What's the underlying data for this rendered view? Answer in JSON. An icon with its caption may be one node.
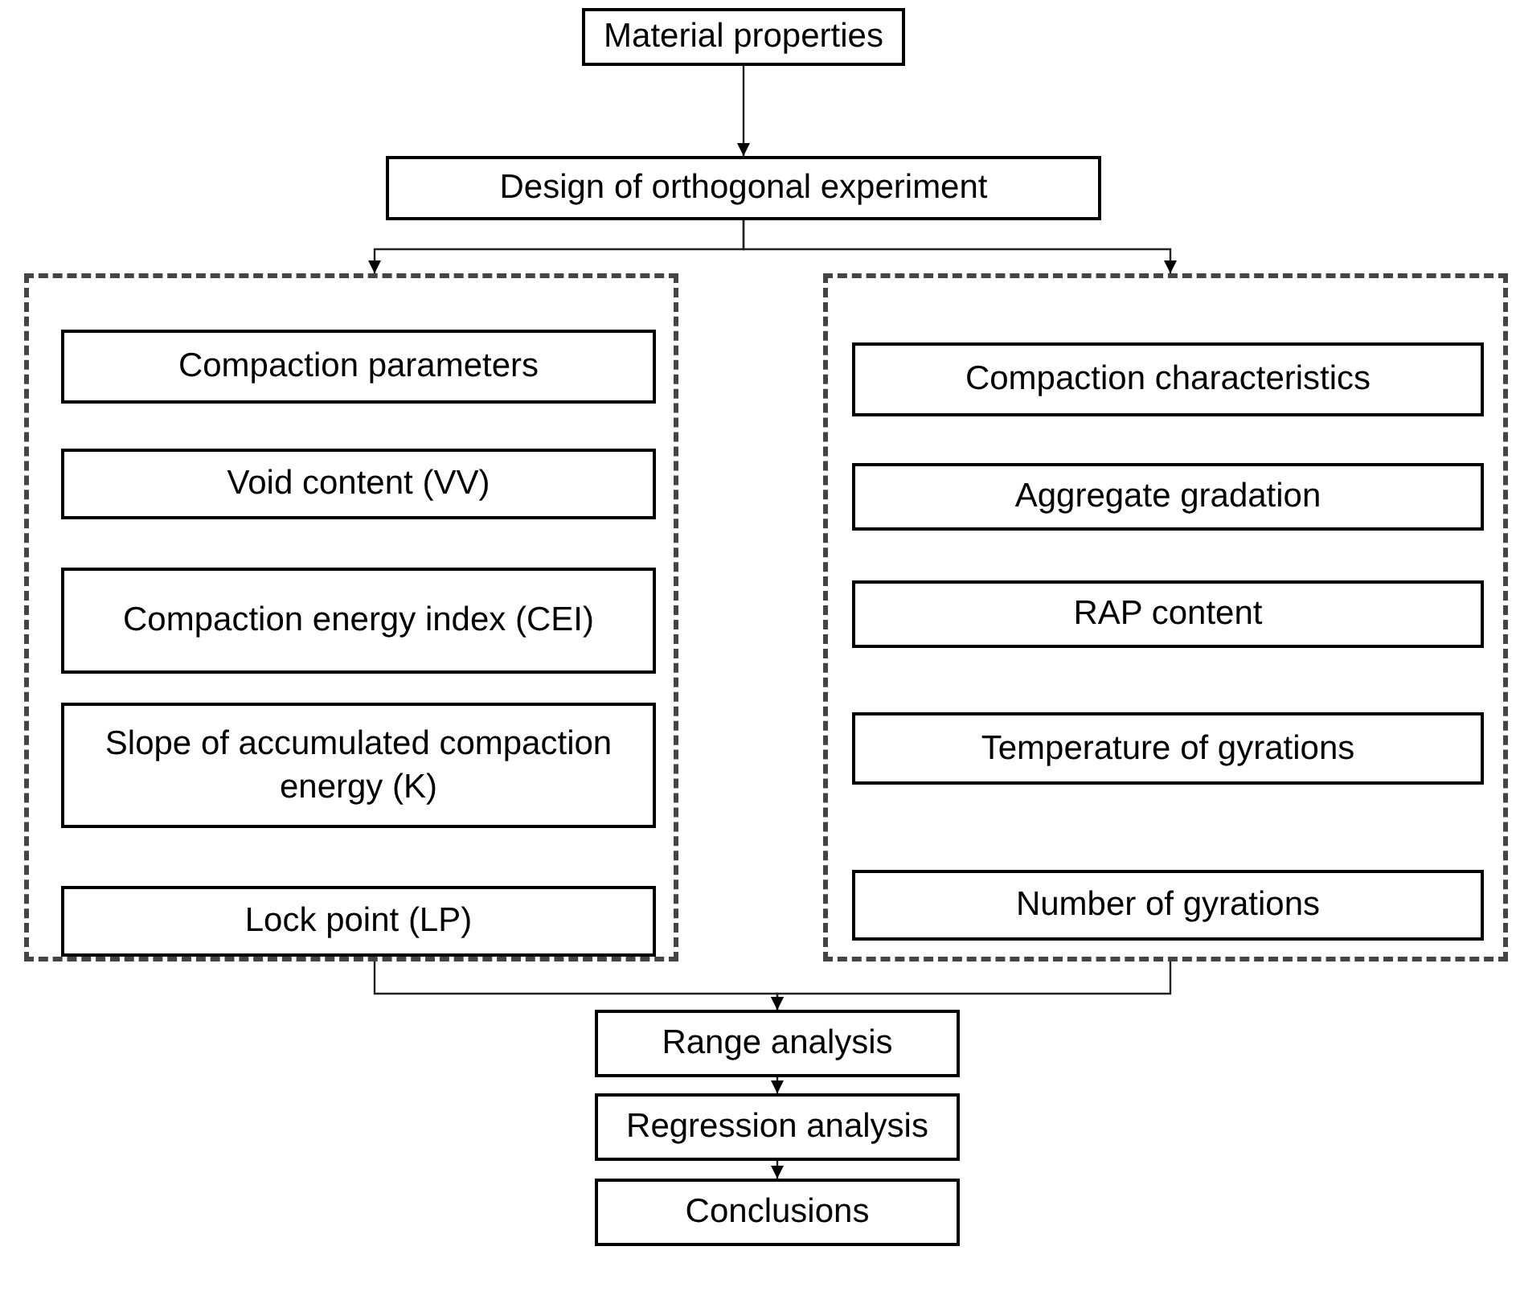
{
  "diagram": {
    "nodes": [
      {
        "text": [
          "Material properties"
        ]
      },
      {
        "text": [
          "Design of orthogonal experiment"
        ]
      },
      {
        "text": [],
        "shape": "box"
      },
      {
        "text": [],
        "shape": "box"
      },
      {
        "text": [
          "Compaction parameters"
        ],
        "in": 2
      },
      {
        "text": [
          "Void content (VV)"
        ],
        "in": 2
      },
      {
        "text": [
          "Compaction energy index (CEI)"
        ],
        "in": 2
      },
      {
        "text": [
          "Slope of accumulated compaction energy (K)"
        ],
        "in": 2
      },
      {
        "text": [
          "Lock point (LP)"
        ],
        "in": 2
      },
      {
        "text": [
          "Compaction characteristics"
        ],
        "in": 3
      },
      {
        "text": [
          "Aggregate gradation"
        ],
        "in": 3
      },
      {
        "text": [
          "RAP content"
        ],
        "in": 3
      },
      {
        "text": [
          "Temperature of gyrations"
        ],
        "in": 3
      },
      {
        "text": [
          "Number of gyrations"
        ],
        "in": 3
      },
      {
        "text": [
          "Range analysis"
        ]
      },
      {
        "text": [
          "Regression analysis"
        ]
      },
      {
        "text": [
          "Conclusions"
        ]
      }
    ],
    "edges": [
      {
        "from": 0,
        "to": 1,
        "arrow": "to"
      },
      {
        "from": 1,
        "to": 2,
        "arrow": "to"
      },
      {
        "from": 1,
        "to": 3,
        "arrow": "to"
      },
      {
        "from": 2,
        "to": 14,
        "arrow": "to"
      },
      {
        "from": 3,
        "to": 14,
        "arrow": "to"
      },
      {
        "from": 14,
        "to": 15,
        "arrow": "to"
      },
      {
        "from": 15,
        "to": 16,
        "arrow": "to"
      }
    ]
  }
}
